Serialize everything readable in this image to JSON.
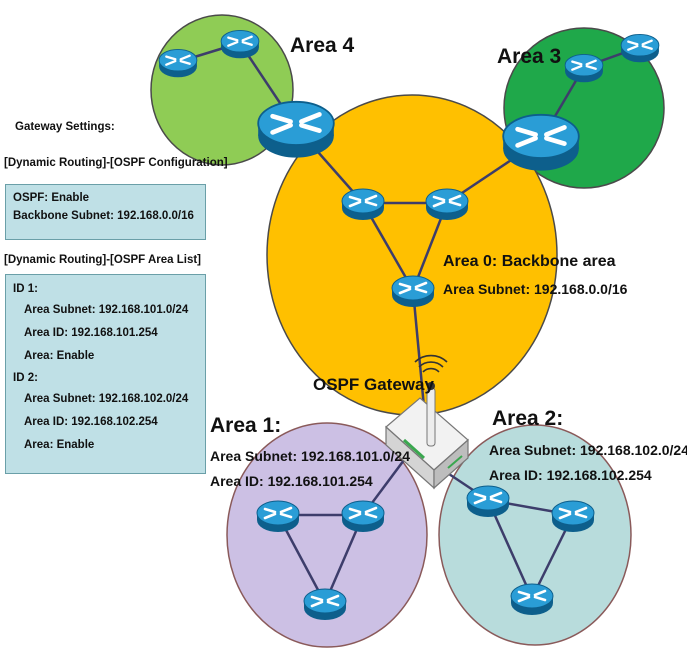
{
  "colors": {
    "area0": "#ffc000",
    "area1": "#ccc0e4",
    "area2": "#b8dcdc",
    "area3": "#1fa84a",
    "area4": "#8fcc55",
    "router_body": "#1f8ec4",
    "panel_bg": "#bfe0e6"
  },
  "areas": {
    "area4": {
      "title": "Area 4"
    },
    "area3": {
      "title": "Area 3"
    },
    "area0": {
      "title": "Area 0: Backbone area",
      "subnet": "Area Subnet: 192.168.0.0/16"
    },
    "area1": {
      "title": "Area 1:",
      "subnet": "Area Subnet: 192.168.101.0/24",
      "id": "Area ID: 192.168.101.254"
    },
    "area2": {
      "title": "Area 2:",
      "subnet": "Area Subnet: 192.168.102.0/24",
      "id": "Area ID: 192.168.102.254"
    }
  },
  "gateway": {
    "label": "OSPF Gateway",
    "icon": "wireless-router-icon"
  },
  "router_icon": "router-icon",
  "settings": {
    "heading": "Gateway Settings:",
    "config_path": "[Dynamic Routing]-[OSPF Configuration]",
    "config_lines": [
      "OSPF: Enable",
      "Backbone Subnet: 192.168.0.0/16"
    ],
    "area_list_path": "[Dynamic Routing]-[OSPF Area List]",
    "area_list": [
      {
        "id": "ID 1:",
        "subnet": "Area Subnet: 192.168.101.0/24",
        "area_id": "Area ID: 192.168.101.254",
        "state": "Area: Enable"
      },
      {
        "id": "ID 2:",
        "subnet": "Area Subnet: 192.168.102.0/24",
        "area_id": "Area ID: 192.168.102.254",
        "state": "Area: Enable"
      }
    ]
  }
}
